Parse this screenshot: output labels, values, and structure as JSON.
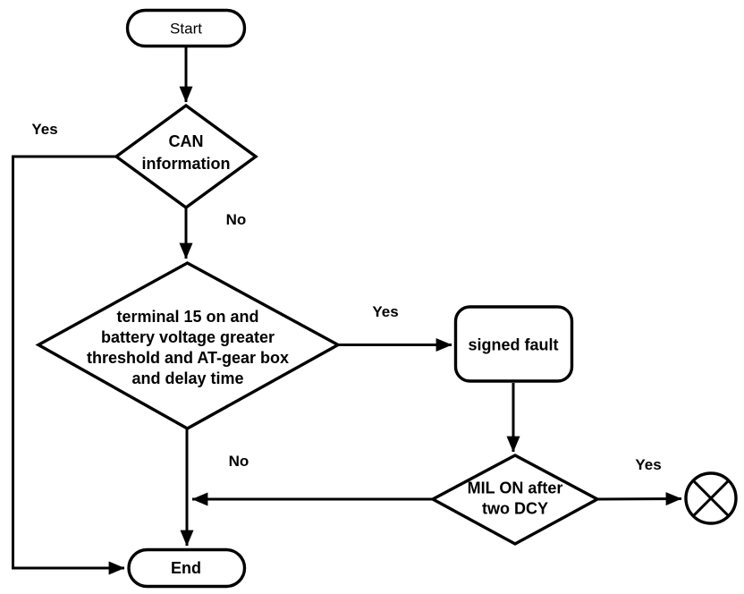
{
  "colors": {
    "line": "#000000",
    "node_fill": "#ffffff",
    "text": "#000000",
    "background": "#ffffff"
  },
  "nodes": {
    "start": {
      "label": "Start"
    },
    "can_decision": {
      "lines": [
        "CAN",
        "information"
      ]
    },
    "condition_decision": {
      "lines": [
        "terminal 15 on and",
        "battery voltage greater",
        "threshold and AT-gear box",
        "and delay time"
      ]
    },
    "signed_fault": {
      "label": "signed fault"
    },
    "mil_decision": {
      "lines": [
        "MIL ON after",
        "two DCY"
      ]
    },
    "end": {
      "label": "End"
    }
  },
  "edge_labels": {
    "can_yes": "Yes",
    "can_no": "No",
    "condition_yes": "Yes",
    "condition_no": "No",
    "mil_yes": "Yes"
  }
}
